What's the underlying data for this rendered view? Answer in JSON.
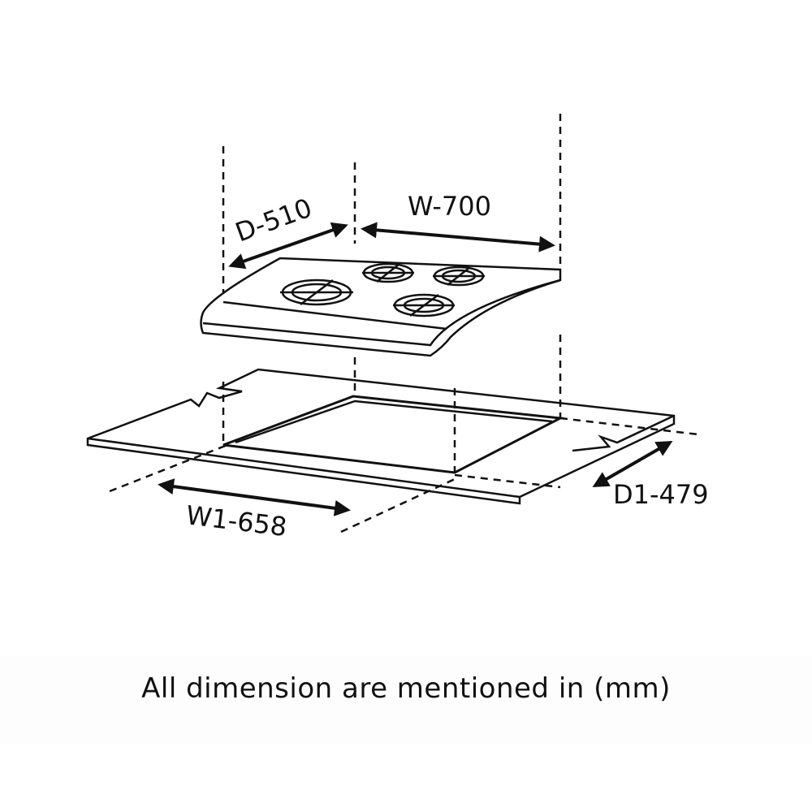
{
  "labels": {
    "depth": "D-510",
    "width": "W-700",
    "cutout_width": "W1-658",
    "cutout_depth": "D1-479"
  },
  "caption": "All dimension are mentioned in (mm)"
}
